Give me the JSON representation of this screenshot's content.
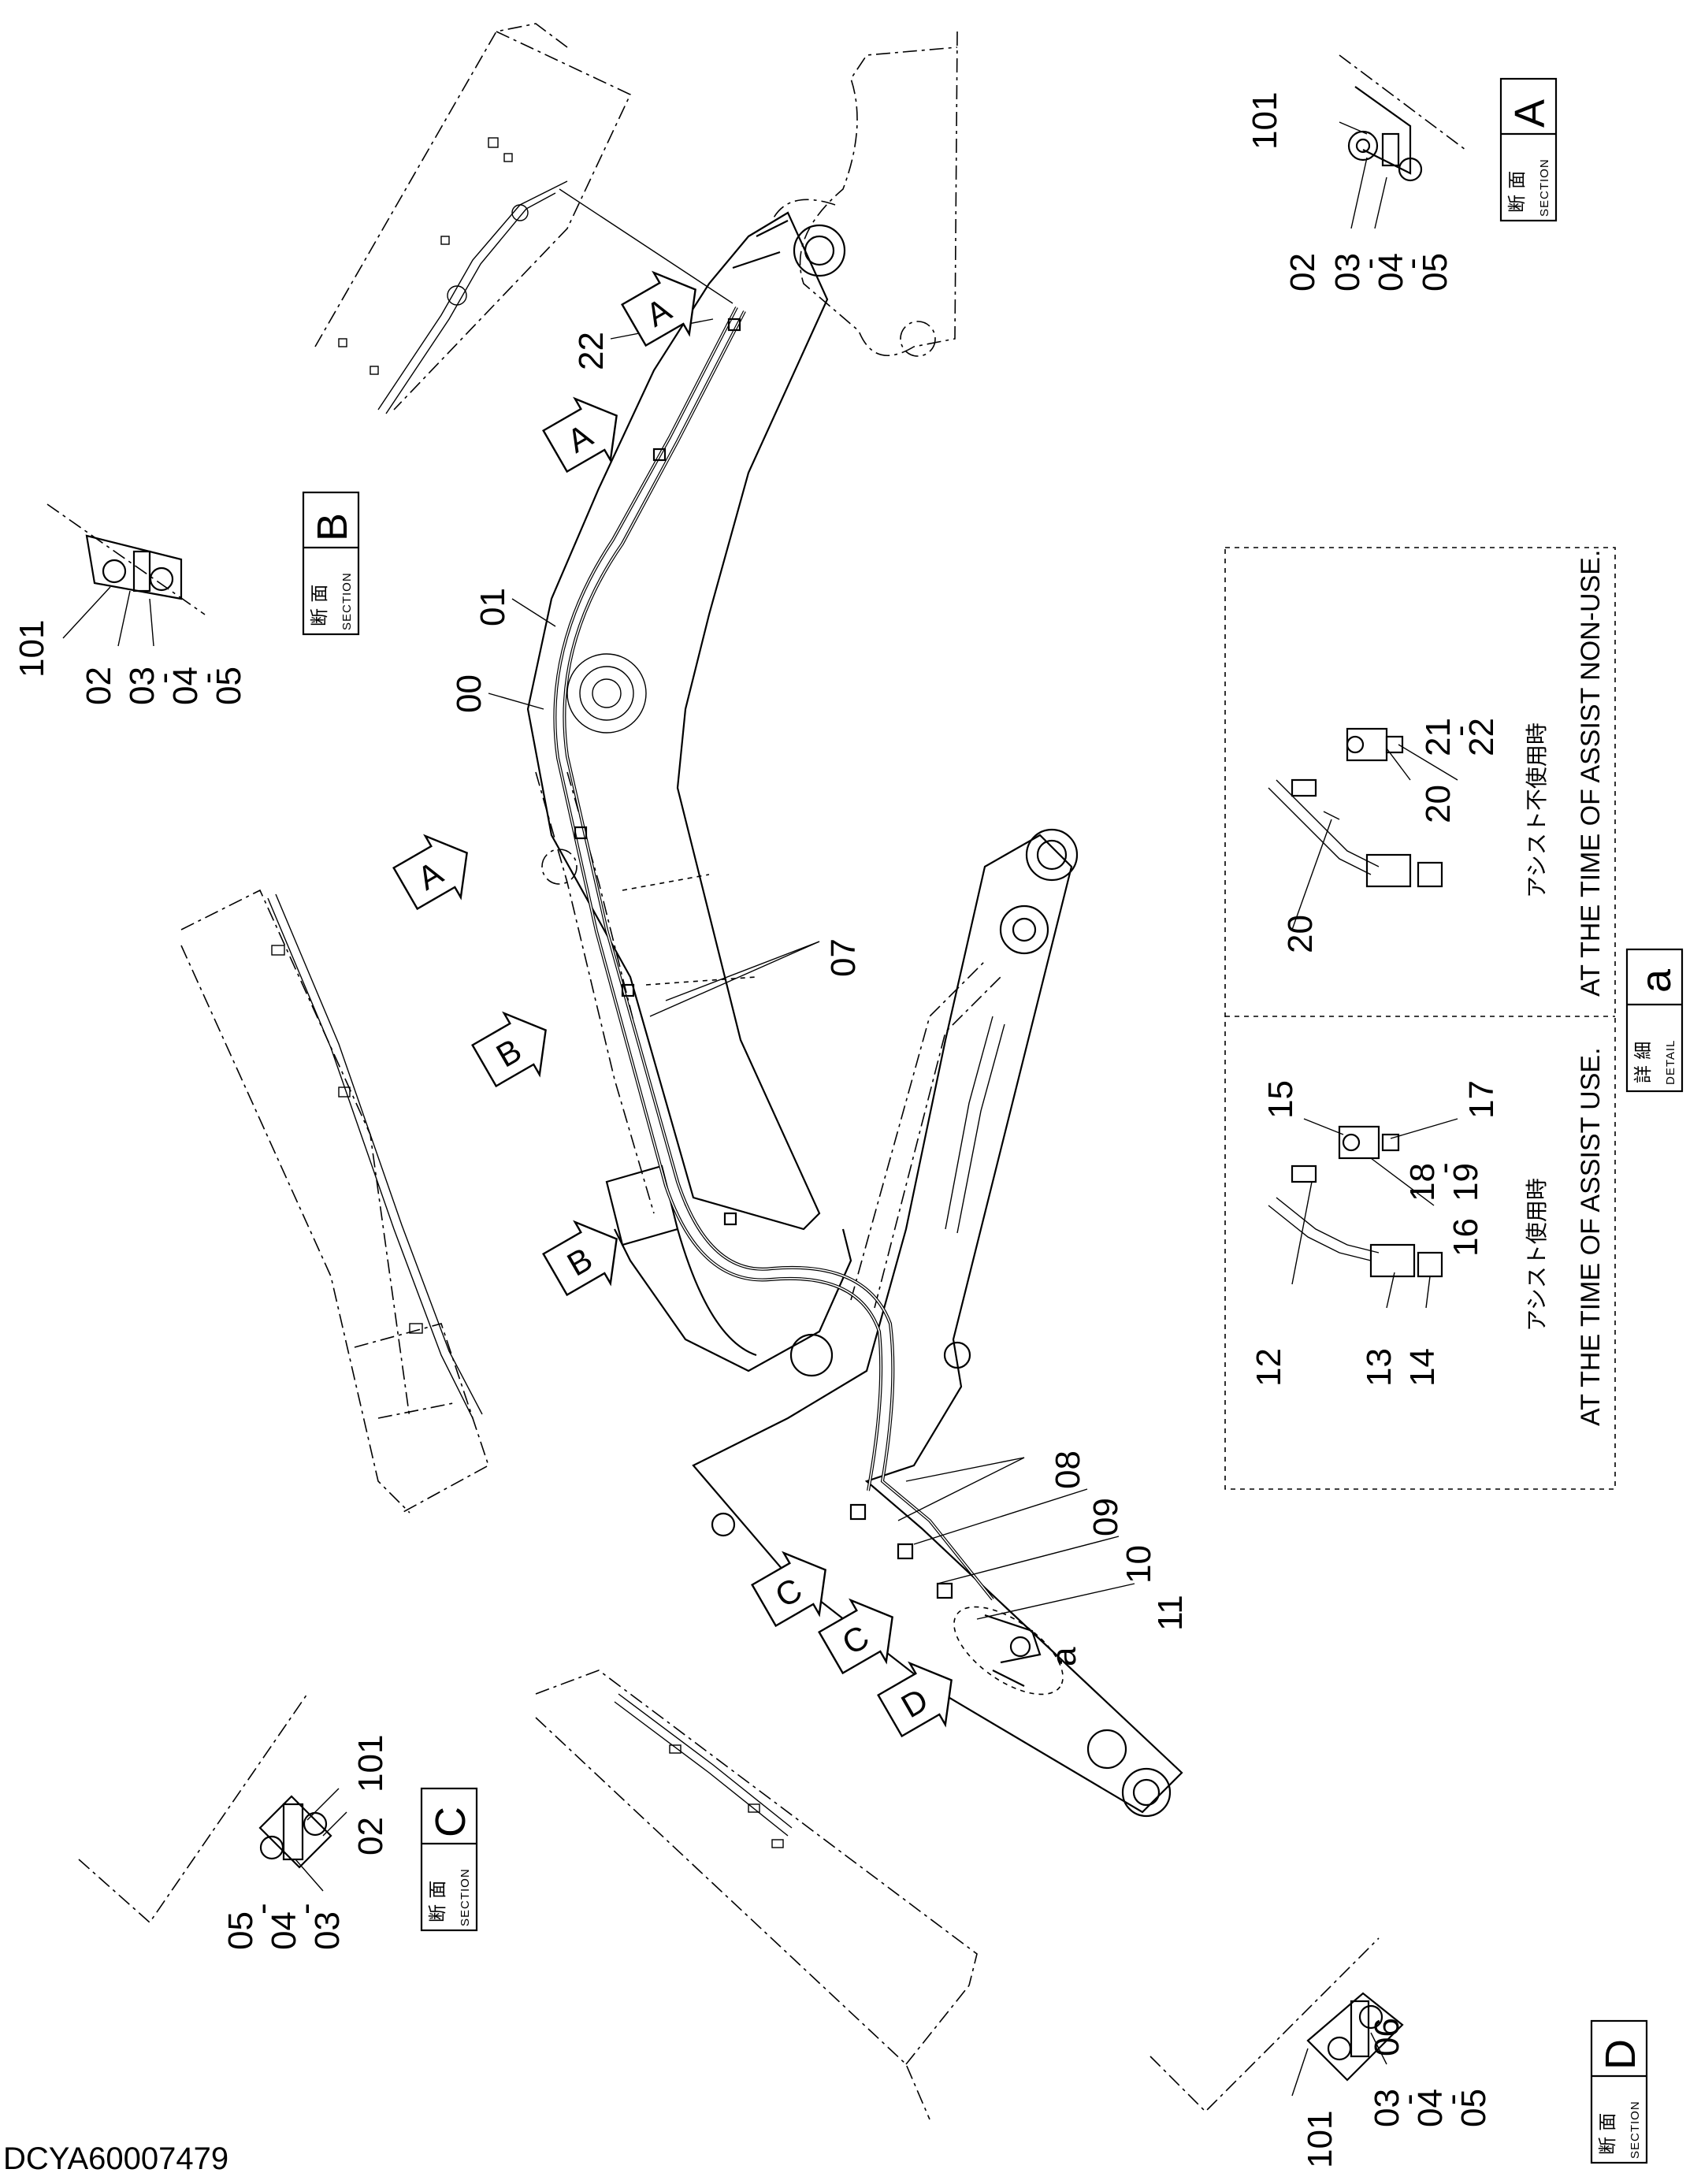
{
  "document_id": "DCYA60007479",
  "section_labels": {
    "jp": "断 面",
    "en": "SECTION",
    "A": "A",
    "B": "B",
    "C": "C",
    "D": "D"
  },
  "detail_label": {
    "jp": "詳 細",
    "en": "DETAIL",
    "letter": "a"
  },
  "detail_box": {
    "assist_use_jp": "アシスト使用時",
    "assist_use_en": "AT THE TIME OF ASSIST USE.",
    "assist_nonuse_jp": "アシスト不使用時",
    "assist_nonuse_en": "AT THE TIME OF ASSIST NON-USE."
  },
  "view_markers": {
    "A": "A",
    "B": "B",
    "C": "C",
    "D": "D",
    "a": "a"
  },
  "part_numbers": {
    "p00": "00",
    "p01": "01",
    "p02": "02",
    "p03": "03",
    "p04": "04",
    "p05": "05",
    "p06": "06",
    "p07": "07",
    "p08": "08",
    "p09": "09",
    "p10": "10",
    "p11": "11",
    "p12": "12",
    "p13": "13",
    "p14": "14",
    "p15": "15",
    "p16": "16",
    "p17": "17",
    "p18": "18",
    "p19": "19",
    "p20": "20",
    "p21": "21",
    "p22": "22",
    "p101": "101",
    "dash": "-"
  }
}
